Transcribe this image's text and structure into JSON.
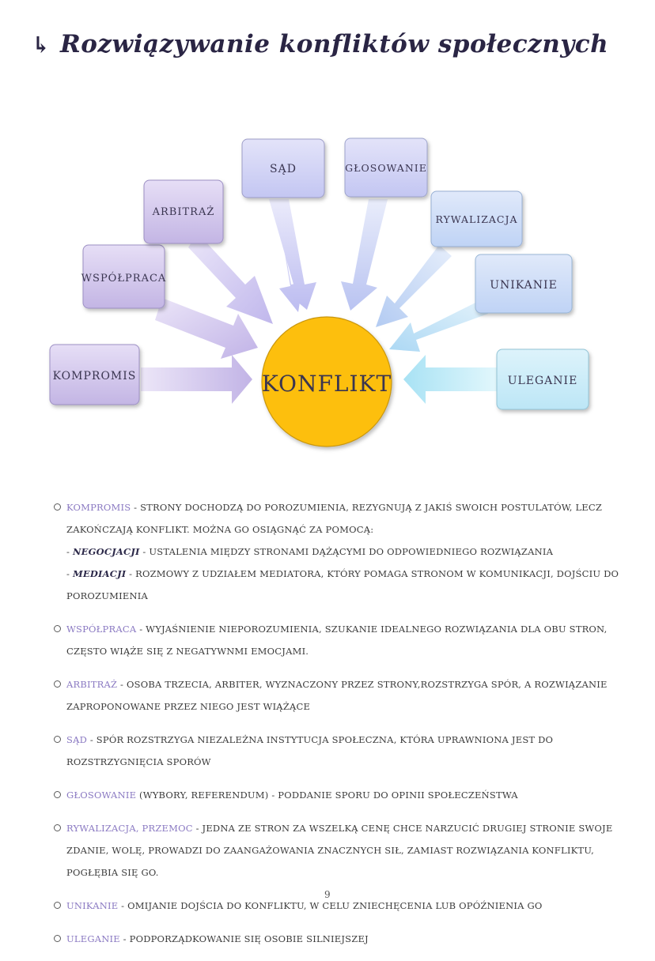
{
  "title": "Rozwiązywanie konfliktów społecznych",
  "title_arrow": "↳",
  "diagram": {
    "center": "KONFLIKT",
    "center_color": "#fdbf0d",
    "boxes": [
      {
        "label": "KOMPROMIS",
        "color": "#c5b8e6"
      },
      {
        "label": "WSPÓŁPRACA",
        "color": "#c9bdea"
      },
      {
        "label": "ARBITRAŻ",
        "color": "#cbc3ee"
      },
      {
        "label": "SĄD",
        "color": "#c9c9f2"
      },
      {
        "label": "GŁOSOWANIE",
        "color": "#c8cff4"
      },
      {
        "label": "RYWALIZACJA",
        "color": "#c4d6f5"
      },
      {
        "label": "UNIKANIE",
        "color": "#bfe0f6"
      },
      {
        "label": "ULEGANIE",
        "color": "#bfe9f6"
      }
    ]
  },
  "notes": {
    "kompromis": {
      "kw": "KOMPROMIS",
      "text": " - STRONY DOCHODZĄ DO POROZUMIENIA, REZYGNUJĄ Z JAKIŚ SWOICH POSTULATÓW, LECZ ZAKOŃCZAJĄ KONFLIKT. MOŻNA GO OSIĄGNĄĆ ZA POMOCĄ:",
      "sub1_dash": "- ",
      "sub1_kw": "NEGOCJACJI",
      "sub1_text": " - USTALENIA MIĘDZY STRONAMI DĄŻĄCYMI DO ODPOWIEDNIEGO ROZWIĄZANIA",
      "sub2_dash": "- ",
      "sub2_kw": "MEDIACJI",
      "sub2_text": " - ROZMOWY Z UDZIAŁEM MEDIATORA, KTÓRY POMAGA STRONOM W KOMUNIKACJI, DOJŚCIU DO POROZUMIENIA"
    },
    "wspolpraca": {
      "kw": "WSPÓŁPRACA",
      "text": " - WYJAŚNIENIE NIEPOROZUMIENIA, SZUKANIE IDEALNEGO ROZWIĄZANIA DLA OBU STRON, CZĘSTO WIĄŻE SIĘ Z NEGATYWNMI EMOCJAMI."
    },
    "arbitraz": {
      "kw": "ARBITRAŻ",
      "text": " - OSOBA TRZECIA, ARBITER, WYZNACZONY PRZEZ STRONY,ROZSTRZYGA SPÓR, A ROZWIĄZANIE ZAPROPONOWANE PRZEZ NIEGO JEST WIĄŻĄCE"
    },
    "sad": {
      "kw": "SĄD",
      "text": " - SPÓR ROZSTRZYGA NIEZALEŻNA INSTYTUCJA SPOŁECZNA, KTÓRA UPRAWNIONA JEST DO ROZSTRZYGNIĘCIA SPORÓW"
    },
    "glosowanie": {
      "kw": "GŁOSOWANIE",
      "text": " (WYBORY, REFERENDUM) - PODDANIE SPORU DO OPINII SPOŁECZEŃSTWA"
    },
    "rywalizacja": {
      "kw": "RYWALIZACJA, PRZEMOC",
      "text": " - JEDNA ZE STRON ZA WSZELKĄ CENĘ CHCE NARZUCIĆ DRUGIEJ STRONIE SWOJE ZDANIE, WOLĘ, PROWADZI DO ZAANGAŻOWANIA ZNACZNYCH SIŁ, ZAMIAST ROZWIĄZANIA KONFLIKTU, POGŁĘBIA SIĘ GO."
    },
    "unikanie": {
      "kw": "UNIKANIE",
      "text": " - OMIJANIE DOJŚCIA DO KONFLIKTU, W CELU ZNIECHĘCENIA LUB OPÓŹNIENIA GO"
    },
    "uleganie": {
      "kw": "ULEGANIE",
      "text": " - PODPORZĄDKOWANIE SIĘ OSOBIE SILNIEJSZEJ"
    }
  },
  "page_number": "9"
}
